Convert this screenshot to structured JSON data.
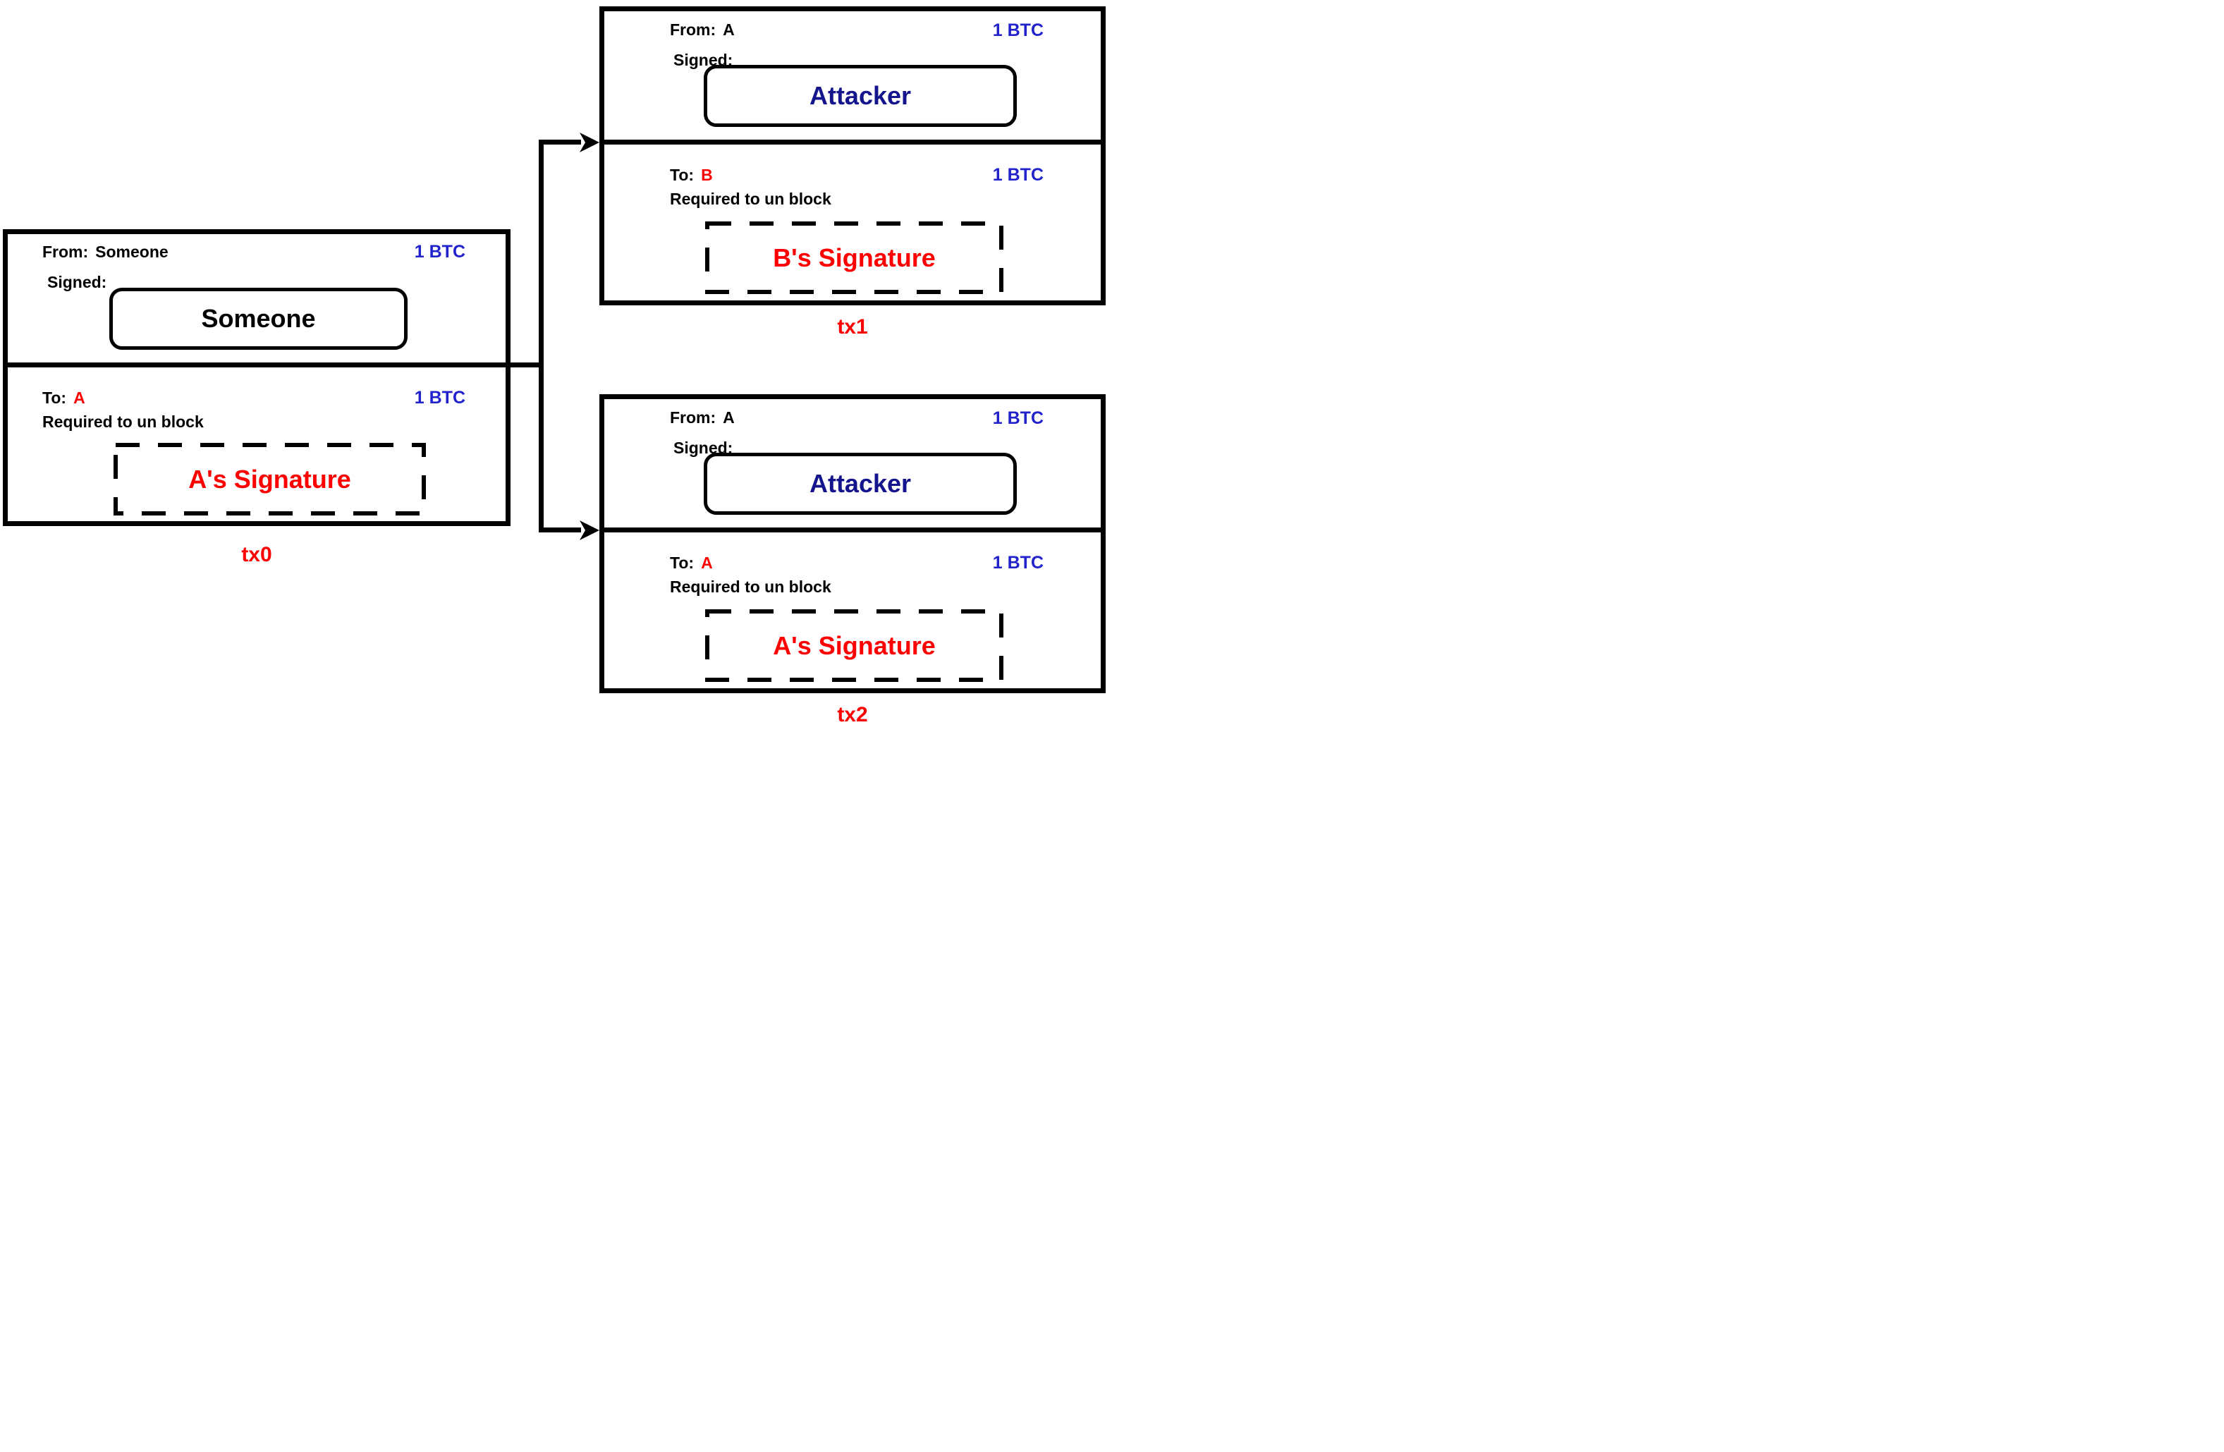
{
  "colors": {
    "ink-black": "#000000",
    "btc-blue": "#2222cc",
    "attacker-navy": "#14148c",
    "accent-red": "#ff0000"
  },
  "tx0": {
    "from_label": "From:",
    "from_value": "Someone",
    "amount_in": "1 BTC",
    "signed_label": "Signed:",
    "signer": "Someone",
    "to_label": "To:",
    "to_value": "A",
    "amount_out": "1 BTC",
    "unlock_label": "Required to un block",
    "signature": "A's Signature",
    "tx_label": "tx0"
  },
  "tx1": {
    "from_label": "From:",
    "from_value": "A",
    "amount_in": "1 BTC",
    "signed_label": "Signed:",
    "signer": "Attacker",
    "to_label": "To:",
    "to_value": "B",
    "amount_out": "1 BTC",
    "unlock_label": "Required to un block",
    "signature": "B's Signature",
    "tx_label": "tx1"
  },
  "tx2": {
    "from_label": "From:",
    "from_value": "A",
    "amount_in": "1 BTC",
    "signed_label": "Signed:",
    "signer": "Attacker",
    "to_label": "To:",
    "to_value": "A",
    "amount_out": "1 BTC",
    "unlock_label": "Required to un block",
    "signature": "A's Signature",
    "tx_label": "tx2"
  }
}
